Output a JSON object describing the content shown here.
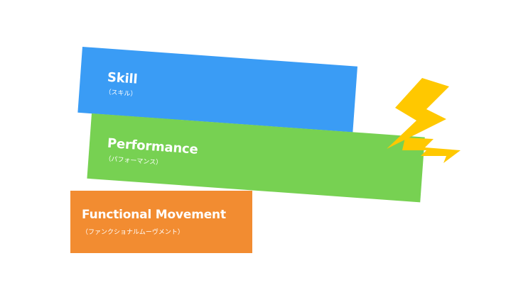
{
  "blocks": {
    "skill": {
      "title": "Skill",
      "subtitle": "（スキル）",
      "color": "#3a9cf5"
    },
    "performance": {
      "title": "Performance",
      "subtitle": "（パフォーマンス）",
      "color": "#77d152"
    },
    "functional_movement": {
      "title": "Functional Movement",
      "subtitle": "（ファンクショナルムーヴメント）",
      "color": "#f28c31"
    }
  },
  "decoration": {
    "icon": "lightning-bolt-icon",
    "color": "#ffc800"
  }
}
